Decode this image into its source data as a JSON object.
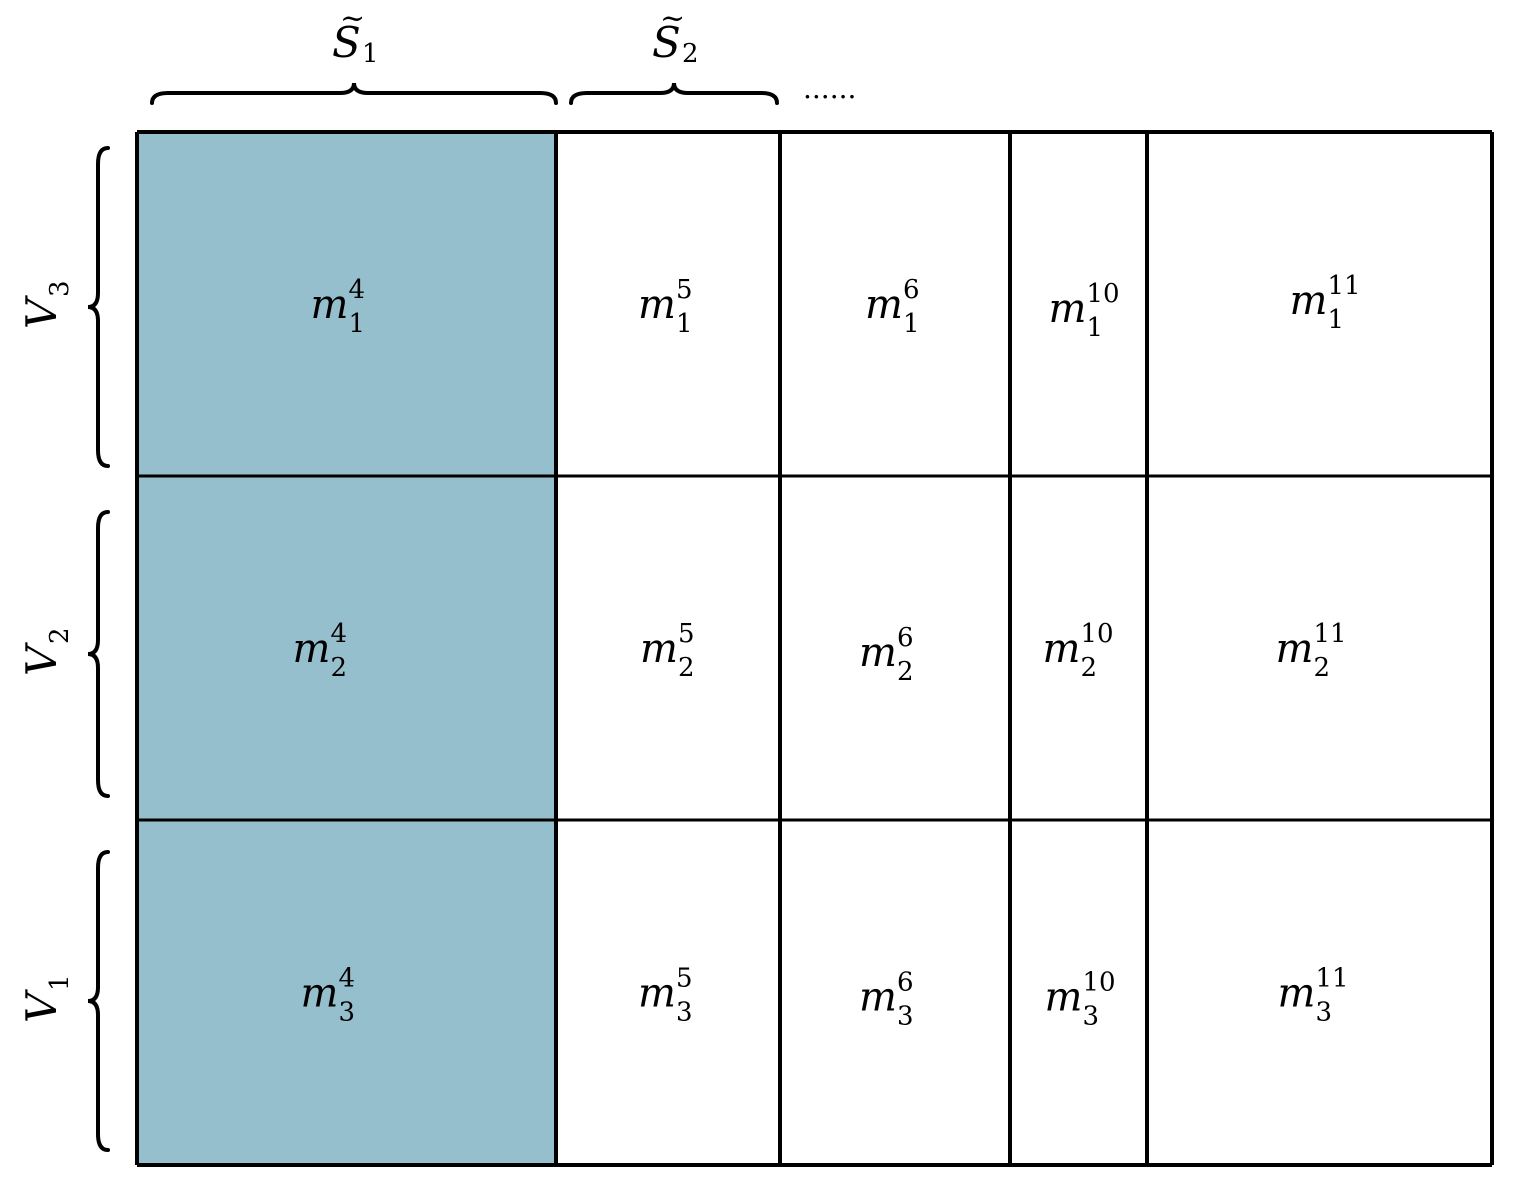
{
  "columns": [
    {
      "superscript": "4",
      "highlighted": true
    },
    {
      "superscript": "5",
      "highlighted": false
    },
    {
      "superscript": "6",
      "highlighted": false
    },
    {
      "superscript": "10",
      "highlighted": false
    },
    {
      "superscript": "11",
      "highlighted": false
    }
  ],
  "rows": [
    {
      "subscript": "1"
    },
    {
      "subscript": "2"
    },
    {
      "subscript": "3"
    }
  ],
  "cell_symbol": "m",
  "top_braces": [
    {
      "base": "S",
      "accent": "~",
      "subscript": "1"
    },
    {
      "base": "S",
      "accent": "~",
      "subscript": "2"
    }
  ],
  "ellipsis": "......",
  "side_braces": [
    {
      "base": "V",
      "subscript": "3"
    },
    {
      "base": "V",
      "subscript": "2"
    },
    {
      "base": "V",
      "subscript": "1"
    }
  ],
  "colors": {
    "highlight": "#96bfcd",
    "grid": "#000000",
    "background": "#ffffff"
  }
}
